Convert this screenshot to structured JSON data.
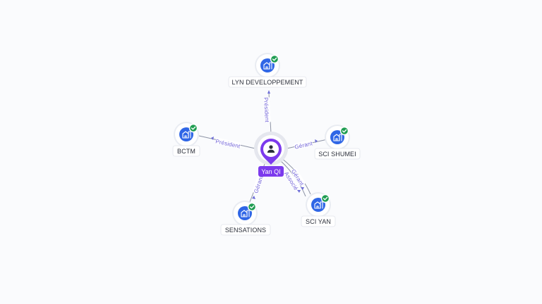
{
  "graph": {
    "center": {
      "name": "Yan QI",
      "icon": "person-pin-icon"
    },
    "companies": [
      {
        "id": "lyn",
        "name": "LYN DEVELOPPEMENT",
        "icon": "building-icon",
        "verified": true,
        "relations": [
          "Président"
        ]
      },
      {
        "id": "bctm",
        "name": "BCTM",
        "icon": "building-icon",
        "verified": true,
        "relations": [
          "Président"
        ]
      },
      {
        "id": "shumei",
        "name": "SCI SHUMEI",
        "icon": "building-icon",
        "verified": true,
        "relations": [
          "Gérant"
        ]
      },
      {
        "id": "yan",
        "name": "SCI YAN",
        "icon": "building-icon",
        "verified": true,
        "relations": [
          "Gérant",
          "Associé"
        ]
      },
      {
        "id": "sensations",
        "name": "SENSATIONS",
        "icon": "building-icon",
        "verified": true,
        "relations": [
          "Gérant"
        ]
      }
    ],
    "colors": {
      "person_accent": "#7c3aed",
      "company_icon": "#2f66e6",
      "verified_badge": "#1f9d52",
      "edge": "#8e94a6",
      "edge_label": "#7163d8"
    }
  }
}
